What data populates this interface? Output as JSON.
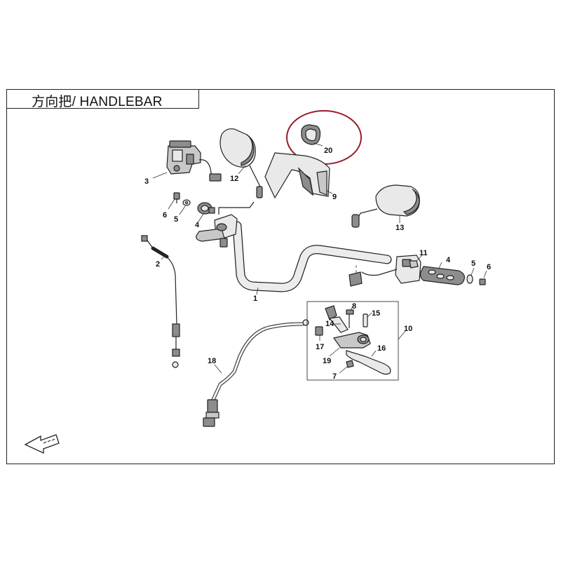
{
  "title": "方向把/ HANDLEBAR",
  "highlight_color": "#9b1c2a",
  "callouts": {
    "c1": "1",
    "c2": "2",
    "c3": "3",
    "c4a": "4",
    "c4b": "4",
    "c5a": "5",
    "c5b": "5",
    "c6a": "6",
    "c6b": "6",
    "c7": "7",
    "c8": "8",
    "c9": "9",
    "c10": "10",
    "c11": "11",
    "c12": "12",
    "c13": "13",
    "c14": "14",
    "c15": "15",
    "c16": "16",
    "c17": "17",
    "c18": "18",
    "c19": "19",
    "c20": "20"
  },
  "direction_icon": "forward-arrow-icon"
}
